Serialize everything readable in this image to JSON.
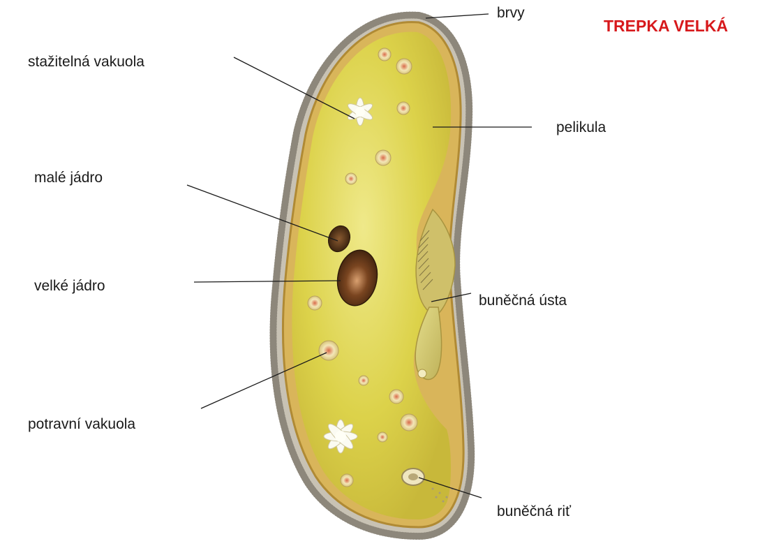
{
  "title": "TREPKA VELKÁ",
  "labels": {
    "brvy": "brvy",
    "stazitelna_vakuola": "stažitelná vakuola",
    "pelikula": "pelikula",
    "male_jadro": "malé jádro",
    "velke_jadro": "velké jádro",
    "bunecna_usta": "buněčná ústa",
    "potravni_vakuola": "potravní vakuola",
    "bunecna_rit": "buněčná riť"
  },
  "colors": {
    "title": "#d7191c",
    "cytoplasm": "#dcd24a",
    "membrane": "#c9a24a",
    "cilia": "#9a9488",
    "nucleus": "#4a2a14",
    "leader_line": "#1a1a1a"
  }
}
